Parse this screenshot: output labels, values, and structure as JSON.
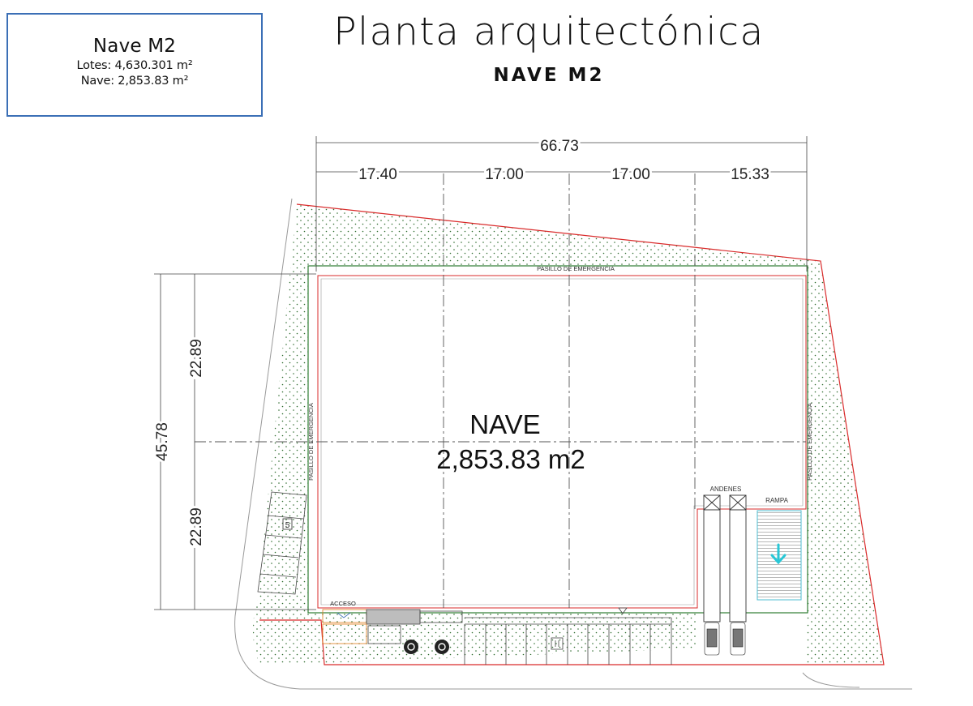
{
  "info_box": {
    "title": "Nave M2",
    "lotes": "Lotes: 4,630.301 m²",
    "nave": "Nave: 2,853.83 m²"
  },
  "header": {
    "title": "Planta arquitectónica",
    "subtitle": "NAVE M2"
  },
  "plan": {
    "total_width": "66.73",
    "bays": [
      "17.40",
      "17.00",
      "17.00",
      "15.33"
    ],
    "total_depth": "45.78",
    "half_depth_top": "22.89",
    "half_depth_bottom": "22.89",
    "nave_label": "NAVE",
    "nave_area": "2,853.83 m2",
    "corridor_top": "PASILLO DE EMERGENCIA",
    "corridor_left": "PASILLO DE EMERGENCIA",
    "corridor_right": "PASILLO DE EMERGENCIA",
    "andenes": "ANDENES",
    "rampa": "RAMPA",
    "acceso": "ACCESO",
    "parking_number": "5"
  },
  "colors": {
    "lot_boundary": "#d92b2b",
    "building_outline": "#2e7d32",
    "info_border": "#3b6fb6",
    "ramp_arrow": "#29c7d6"
  }
}
